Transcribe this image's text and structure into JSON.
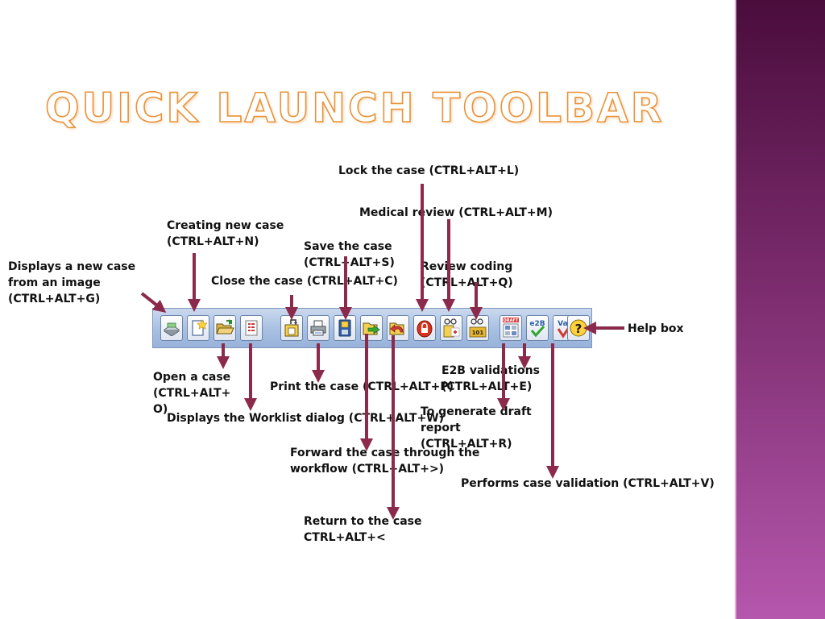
{
  "slide": {
    "title": "QUICK LAUNCH TOOLBAR"
  },
  "labels": {
    "lock": "Lock the case (CTRL+ALT+L)",
    "medical": "Medical review (CTRL+ALT+M)",
    "creating": "Creating new case\n(CTRL+ALT+N)",
    "save": "Save the case\n(CTRL+ALT+S)",
    "review": "Review coding\n(CTRL+ALT+Q)",
    "image": "Displays a new case\nfrom an image\n(CTRL+ALT+G)",
    "close": "Close the case (CTRL+ALT+C)",
    "help": "Help box",
    "open": "Open a case\n(CTRL+ALT+\nO)",
    "print": "Print the case (CTRL+ALT+P)",
    "e2b": "E2B validations\n(CTRL+ALT+E)",
    "worklist": "Displays the Worklist dialog (CTRL+ALT+W)",
    "draft": "To generate draft\nreport\n(CTRL+ALT+R)",
    "forward": "Forward the case through the\nworkflow (CTRL+ALT+>)",
    "validation": "Performs case validation (CTRL+ALT+V)",
    "return": "Return to the case\nCTRL+ALT+<"
  },
  "toolbar": {
    "buttons": [
      {
        "name": "new-from-image",
        "icon": "scanner-icon"
      },
      {
        "name": "new-case",
        "icon": "new-document-icon"
      },
      {
        "name": "open-case",
        "icon": "open-folder-icon"
      },
      {
        "name": "worklist",
        "icon": "worklist-icon"
      },
      {
        "name": "close-case",
        "icon": "close-folder-icon"
      },
      {
        "name": "print-case",
        "icon": "printer-icon"
      },
      {
        "name": "save-case",
        "icon": "save-icon"
      },
      {
        "name": "forward-case",
        "icon": "forward-folder-icon"
      },
      {
        "name": "return-case",
        "icon": "return-folder-icon"
      },
      {
        "name": "lock-case",
        "icon": "lock-icon"
      },
      {
        "name": "medical-review",
        "icon": "medical-review-icon"
      },
      {
        "name": "review-coding",
        "icon": "coding-review-icon"
      },
      {
        "name": "draft-report",
        "icon": "draft-report-icon"
      },
      {
        "name": "e2b-validation",
        "icon": "e2b-check-icon"
      },
      {
        "name": "case-validation",
        "icon": "val-check-icon"
      },
      {
        "name": "help",
        "icon": "help-icon"
      }
    ],
    "draft_badge": "DRAFT",
    "e2b_text": "e2B",
    "val_text": "Val",
    "coding_text": "101",
    "help_glyph": "?"
  },
  "colors": {
    "arrow": "#8b2a4a",
    "title_outline": "#e8933a",
    "sidebar_top": "#4a0d3c",
    "sidebar_bottom": "#b557ad",
    "toolbar_bg": "#a7bfe2"
  }
}
